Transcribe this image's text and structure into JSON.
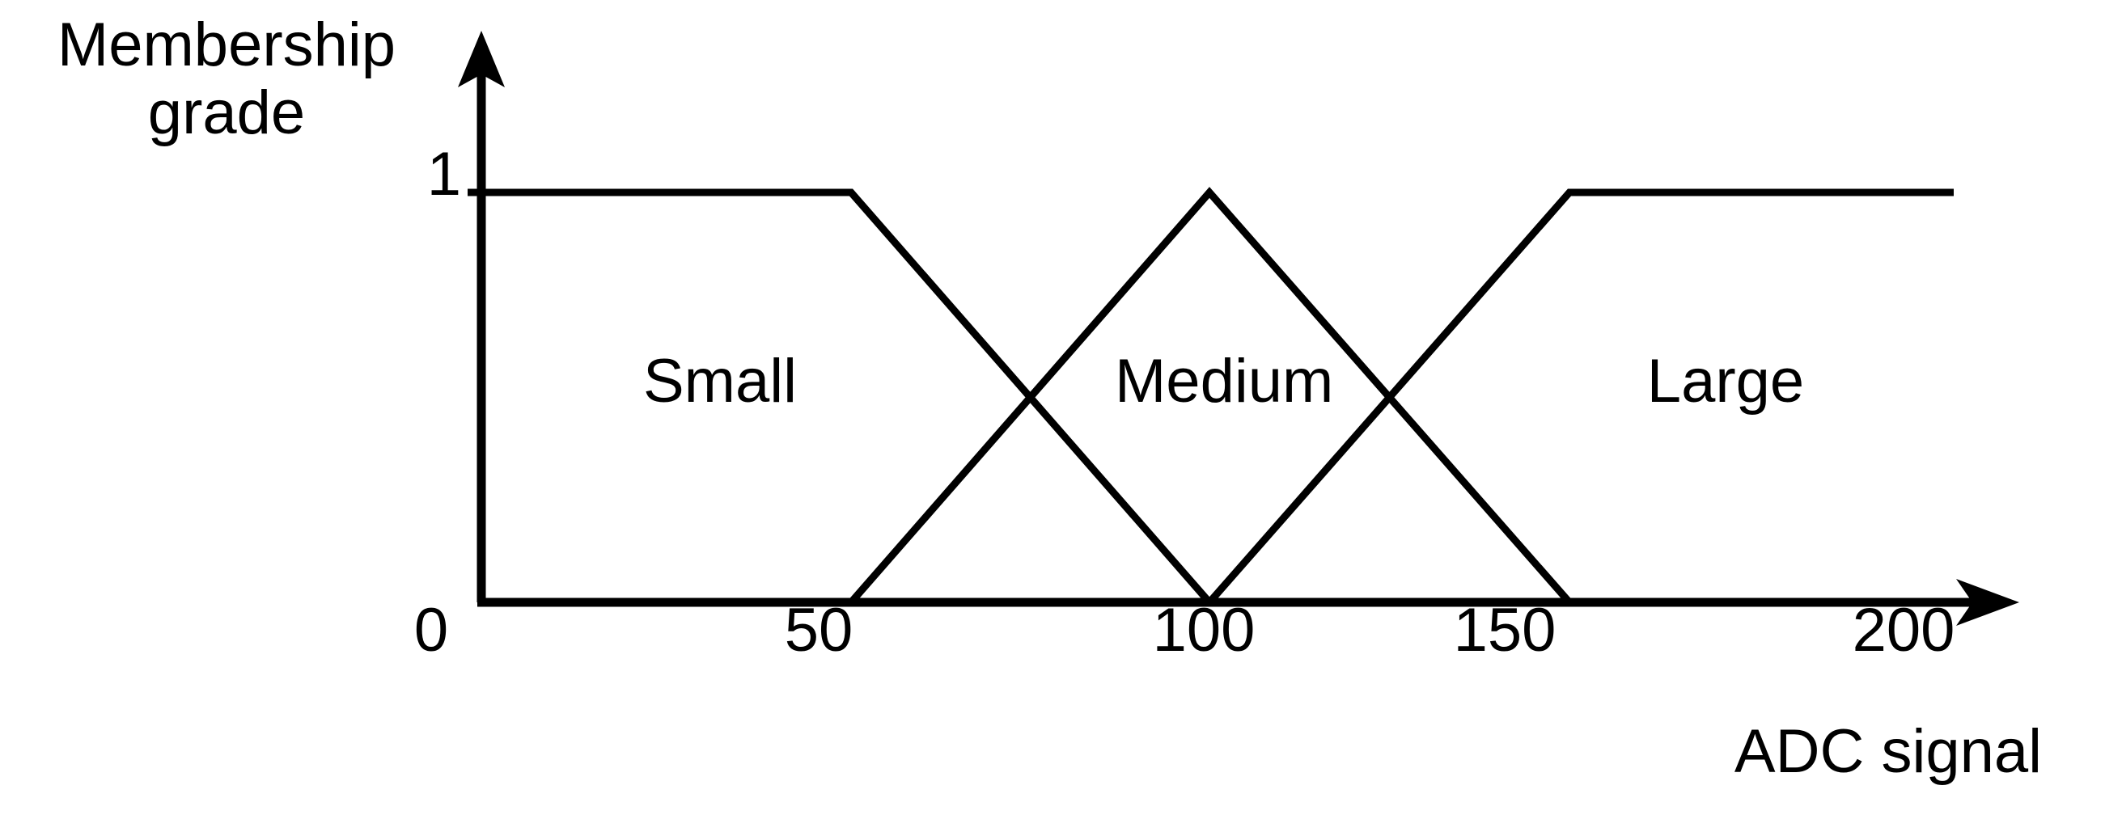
{
  "chart_data": {
    "type": "line",
    "title": "",
    "xlabel": "ADC signal",
    "ylabel": "Membership grade",
    "ylabel_lines": [
      "Membership",
      "grade"
    ],
    "xlim": [
      0,
      205
    ],
    "ylim": [
      0,
      1.12
    ],
    "xticks": [
      0,
      50,
      100,
      150,
      200
    ],
    "xticklabels": [
      "0",
      "50",
      "100",
      "150",
      "200"
    ],
    "yticks": [
      0,
      1
    ],
    "yticklabels": [
      "0",
      "1"
    ],
    "grid": false,
    "legend": "inline-annotations",
    "axis_style": "arrowed-L-axes",
    "line_color": "#000000",
    "background_color": "#ffffff",
    "series": [
      {
        "name": "Small",
        "shape": "trapezoid",
        "x": [
          0,
          50,
          100
        ],
        "values": [
          1,
          1,
          0
        ]
      },
      {
        "name": "Medium",
        "shape": "triangle",
        "x": [
          50,
          100,
          150
        ],
        "values": [
          0,
          1,
          0
        ]
      },
      {
        "name": "Large",
        "shape": "trapezoid",
        "x": [
          100,
          150,
          200
        ],
        "values": [
          0,
          1,
          1
        ]
      }
    ],
    "annotations": [
      {
        "text": "Small",
        "x": 32,
        "y": 0.53
      },
      {
        "text": "Medium",
        "x": 100,
        "y": 0.53
      },
      {
        "text": "Large",
        "x": 172,
        "y": 0.53
      }
    ]
  },
  "axes": {
    "y_title_line1": "Membership",
    "y_title_line2": "grade",
    "y_tick_1": "1",
    "x_tick_0": "0",
    "x_tick_50": "50",
    "x_tick_100": "100",
    "x_tick_150": "150",
    "x_tick_200": "200",
    "x_title": "ADC signal"
  },
  "labels": {
    "small": "Small",
    "medium": "Medium",
    "large": "Large"
  }
}
